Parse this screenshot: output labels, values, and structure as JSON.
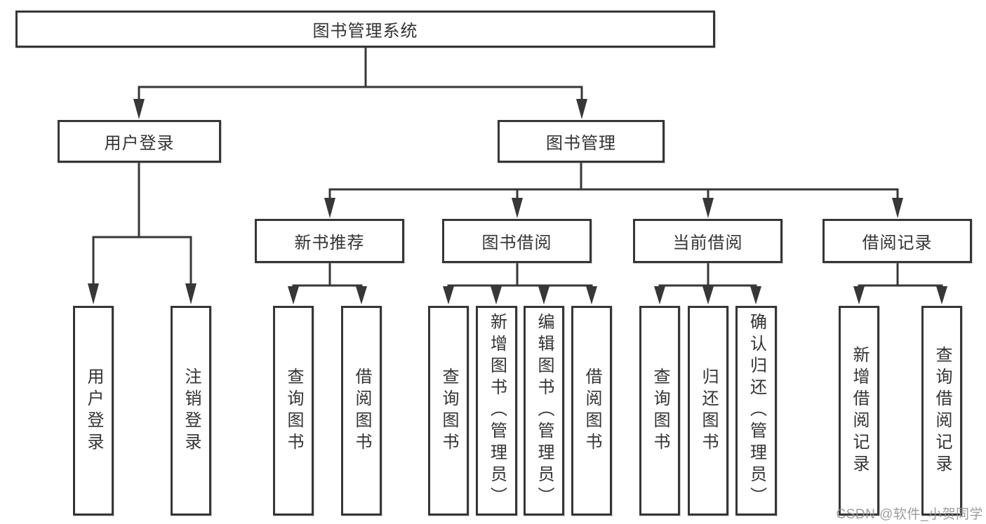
{
  "nodes": {
    "root": "图书管理系统",
    "user_login": "用户登录",
    "book_mgmt": "图书管理",
    "new_books": "新书推荐",
    "book_borrow": "图书借阅",
    "current_borrow": "当前借阅",
    "borrow_records": "借阅记录",
    "leaf_user_login": "用户登录",
    "leaf_logout": "注销登录",
    "leaf_nb_query_book": "查询图书",
    "leaf_nb_borrow_book": "借阅图书",
    "leaf_bb_query_book": "查询图书",
    "leaf_bb_add_book": "新增图书（管理员）",
    "leaf_bb_edit_book": "编辑图书（管理员）",
    "leaf_bb_borrow_book": "借阅图书",
    "leaf_cb_query_book": "查询图书",
    "leaf_cb_return_book": "归还图书",
    "leaf_cb_confirm_return": "确认归还（管理员）",
    "leaf_br_add_record": "新增借阅记录",
    "leaf_br_query_record": "查询借阅记录"
  },
  "colors": {
    "line": "#373737",
    "box_border": "#363636",
    "box_background": "#ffffff",
    "text": "#333333",
    "watermark": "#919191"
  },
  "watermark": "CSDN @软件_小贺同学"
}
